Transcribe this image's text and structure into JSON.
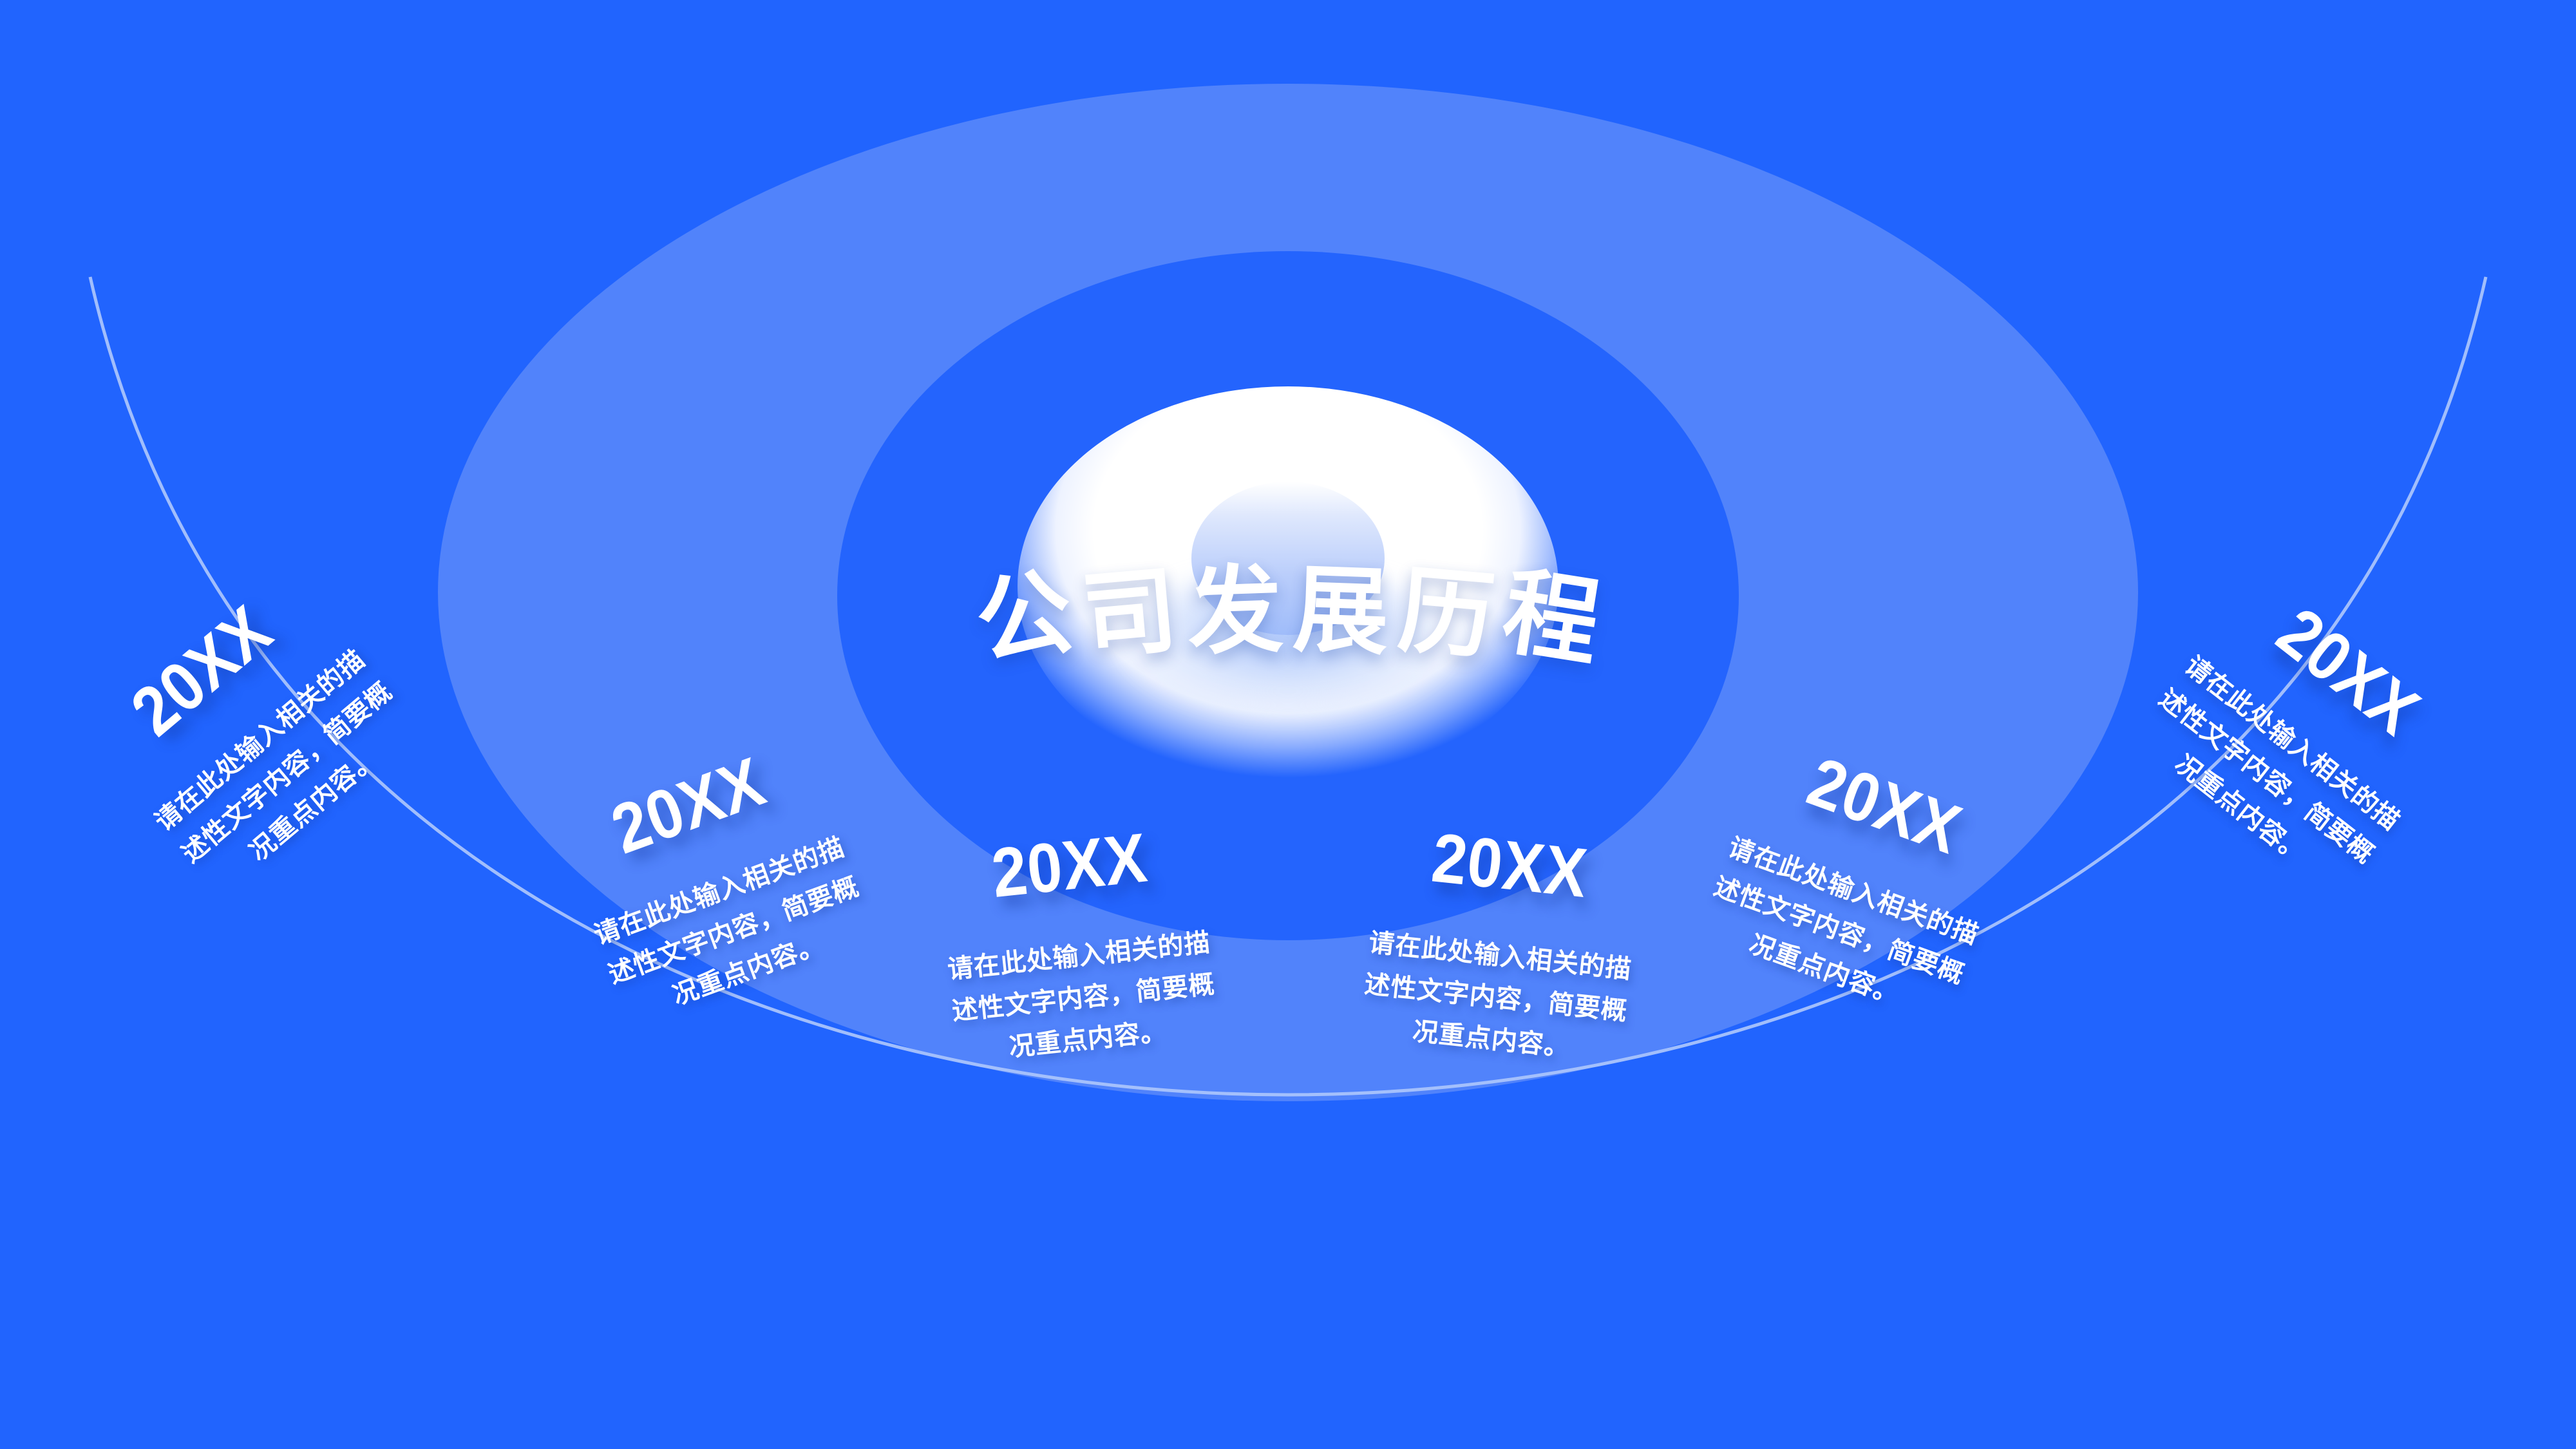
{
  "slide": {
    "title": "公司发展历程",
    "title_chars": [
      "公",
      "司",
      "发",
      "展",
      "历",
      "程"
    ],
    "background_color": "#2164fe"
  },
  "colors": {
    "background": "#2164fe",
    "ring_outer": "#5183fb",
    "ring_inner": "#2464fd",
    "blob": "#ffffff",
    "core_dot": "#b9cdfb",
    "arc_line": "#a9c3fc",
    "text": "#ffffff"
  },
  "graphic": {
    "ring_outer_name": "outer-light-ellipse",
    "ring_inner_name": "inner-dark-ellipse",
    "blob_name": "white-blob-ellipse",
    "core_name": "center-core-dot",
    "arc_name": "timeline-arc"
  },
  "timeline": {
    "items": [
      {
        "year": "20XX",
        "desc": "请在此处输入相关的描述性文字内容，简要概况重点内容。"
      },
      {
        "year": "20XX",
        "desc": "请在此处输入相关的描述性文字内容，简要概况重点内容。"
      },
      {
        "year": "20XX",
        "desc": "请在此处输入相关的描述性文字内容，简要概况重点内容。"
      },
      {
        "year": "20XX",
        "desc": "请在此处输入相关的描述性文字内容，简要概况重点内容。"
      },
      {
        "year": "20XX",
        "desc": "请在此处输入相关的描述性文字内容，简要概况重点内容。"
      },
      {
        "year": "20XX",
        "desc": "请在此处输入相关的描述性文字内容，简要概况重点内容。"
      }
    ]
  }
}
